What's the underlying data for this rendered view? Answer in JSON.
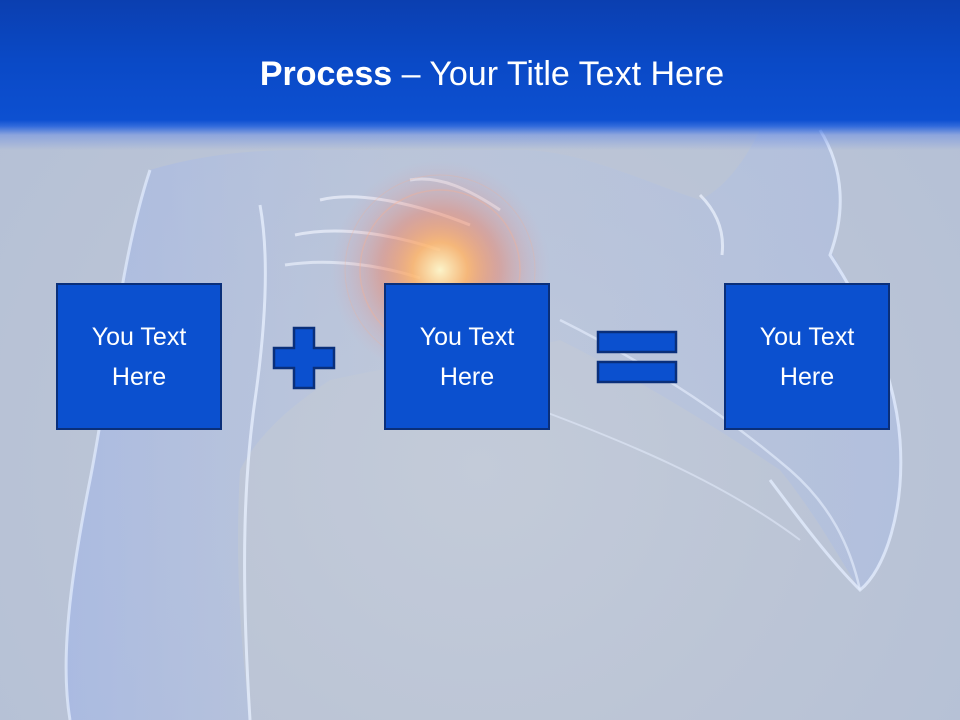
{
  "slide": {
    "title_bold": "Process",
    "title_rest": " – Your Title Text Here",
    "boxes": [
      {
        "text": "You Text Here"
      },
      {
        "text": "You Text Here"
      },
      {
        "text": "You Text Here"
      }
    ],
    "operators": [
      "plus-icon",
      "equals-icon"
    ],
    "colors": {
      "header": "#0a49c6",
      "box_fill": "#0b50cf",
      "box_border": "#0a2f7a",
      "text": "#ffffff",
      "background": "#bcc5d6"
    }
  }
}
